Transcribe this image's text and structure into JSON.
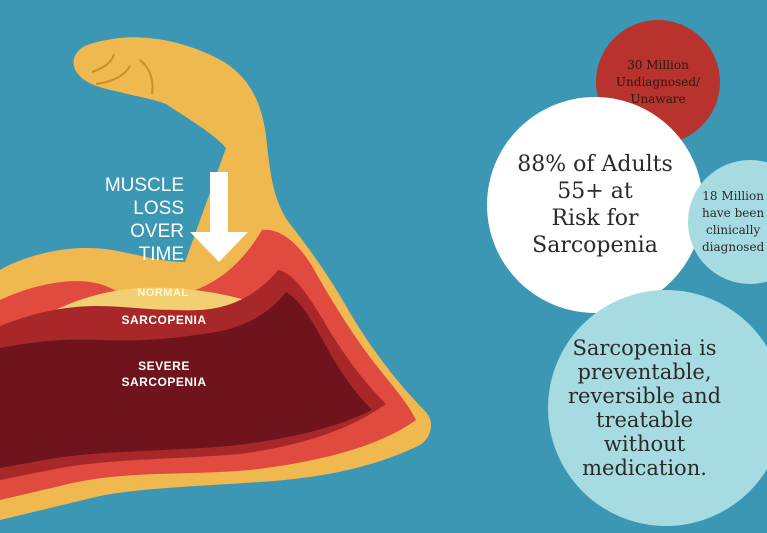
{
  "arm": {
    "arrow_text": "MUSCLE\nLOSS\nOVER\nTIME",
    "layer_normal": "NORMAL",
    "layer_sarcopenia": "SARCOPENIA",
    "layer_severe": "SEVERE\nSARCOPENIA"
  },
  "stats": {
    "undiagnosed": "30 Million\nUndiagnosed/\nUnaware",
    "at_risk": "88% of Adults\n55+ at\nRisk for\nSarcopenia",
    "diagnosed": "18 Million\nhave been\nclinically\ndiagnosed",
    "preventable": "Sarcopenia is\npreventable,\nreversible and\ntreatable\nwithout\nmedication."
  },
  "colors": {
    "background": "#3b97b3",
    "skin": "#f0b94f",
    "muscle_normal": "#e04a3f",
    "muscle_sarcopenia": "#a8282a",
    "muscle_severe": "#6f141c",
    "red_circle": "#b8322e",
    "white_circle": "#ffffff",
    "teal_circle": "#a7dbe2",
    "text_dark": "#2a2a2a"
  }
}
